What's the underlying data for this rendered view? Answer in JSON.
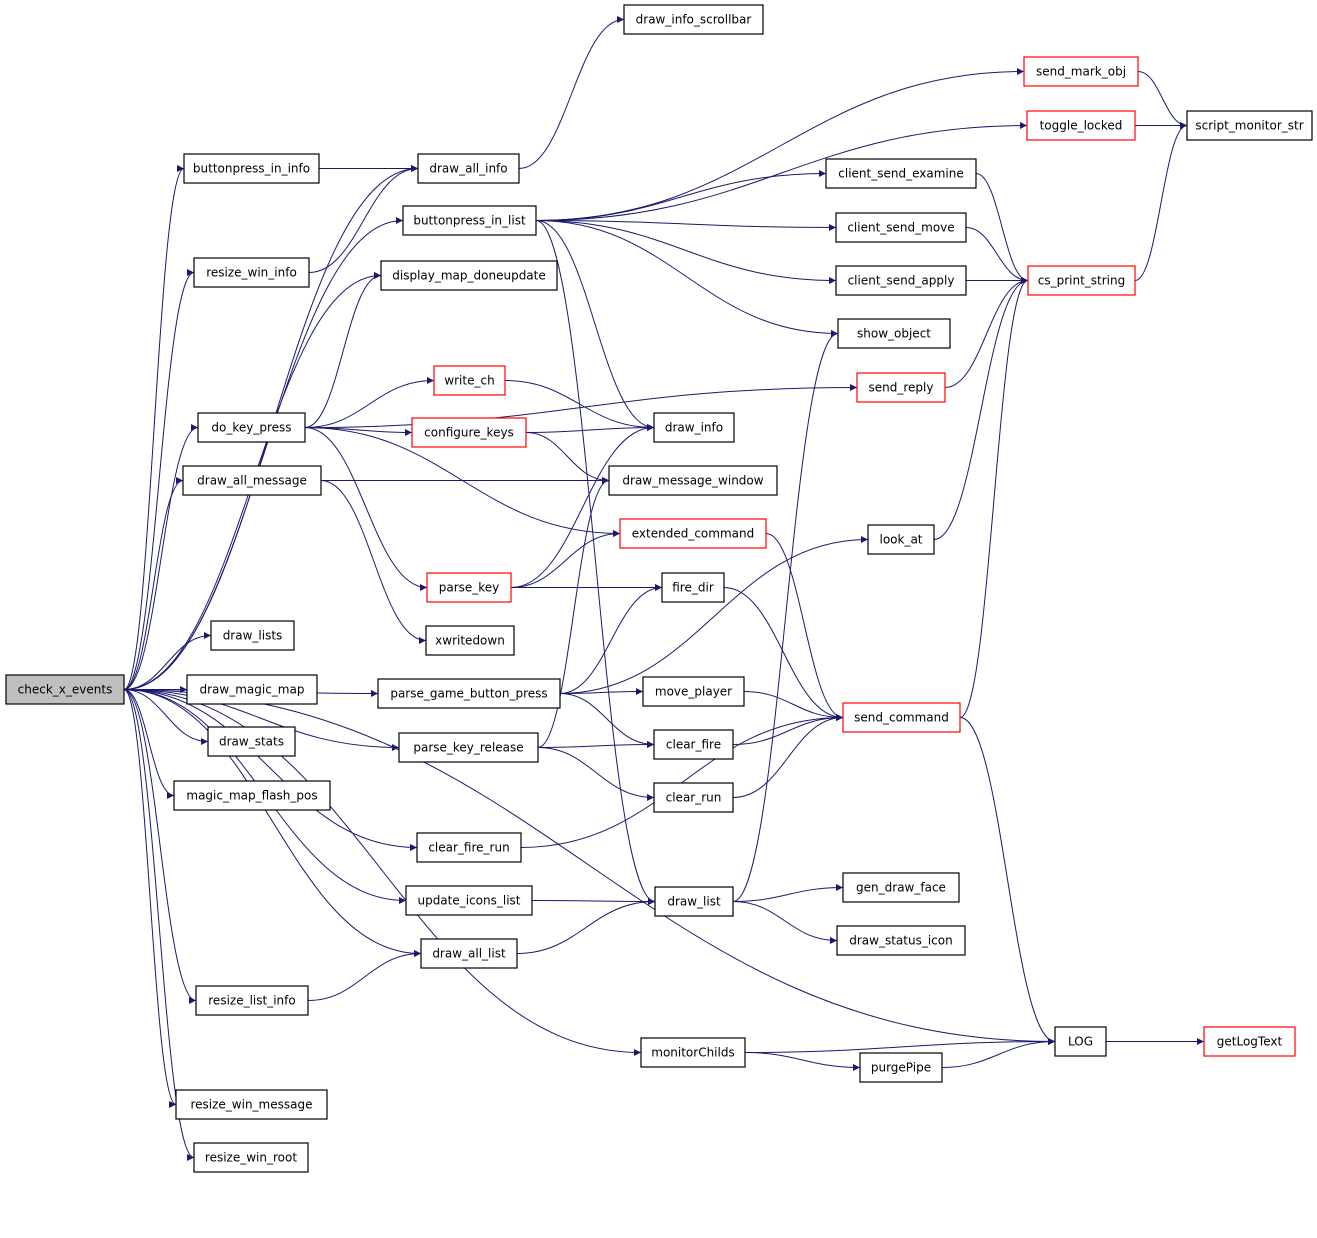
{
  "colors": {
    "edge": "#191970",
    "root_fill": "#bfbfbf",
    "node_border": "#000000",
    "truncated_border": "#ff0000",
    "node_fill": "#ffffff"
  },
  "nodes": {
    "check_x_events": {
      "label": "check_x_events",
      "kind": "root"
    },
    "buttonpress_in_info": {
      "label": "buttonpress_in_info",
      "kind": "normal"
    },
    "draw_all_info": {
      "label": "draw_all_info",
      "kind": "normal"
    },
    "draw_info_scrollbar": {
      "label": "draw_info_scrollbar",
      "kind": "normal"
    },
    "send_mark_obj": {
      "label": "send_mark_obj",
      "kind": "truncated"
    },
    "toggle_locked": {
      "label": "toggle_locked",
      "kind": "truncated"
    },
    "script_monitor_str": {
      "label": "script_monitor_str",
      "kind": "normal"
    },
    "client_send_examine": {
      "label": "client_send_examine",
      "kind": "normal"
    },
    "buttonpress_in_list": {
      "label": "buttonpress_in_list",
      "kind": "normal"
    },
    "client_send_move": {
      "label": "client_send_move",
      "kind": "normal"
    },
    "resize_win_info": {
      "label": "resize_win_info",
      "kind": "normal"
    },
    "display_map_doneupdate": {
      "label": "display_map_doneupdate",
      "kind": "normal"
    },
    "client_send_apply": {
      "label": "client_send_apply",
      "kind": "normal"
    },
    "cs_print_string": {
      "label": "cs_print_string",
      "kind": "truncated"
    },
    "show_object": {
      "label": "show_object",
      "kind": "normal"
    },
    "write_ch": {
      "label": "write_ch",
      "kind": "truncated"
    },
    "send_reply": {
      "label": "send_reply",
      "kind": "truncated"
    },
    "do_key_press": {
      "label": "do_key_press",
      "kind": "normal"
    },
    "configure_keys": {
      "label": "configure_keys",
      "kind": "truncated"
    },
    "draw_info": {
      "label": "draw_info",
      "kind": "normal"
    },
    "draw_all_message": {
      "label": "draw_all_message",
      "kind": "normal"
    },
    "draw_message_window": {
      "label": "draw_message_window",
      "kind": "normal"
    },
    "extended_command": {
      "label": "extended_command",
      "kind": "truncated"
    },
    "look_at": {
      "label": "look_at",
      "kind": "normal"
    },
    "parse_key": {
      "label": "parse_key",
      "kind": "truncated"
    },
    "fire_dir": {
      "label": "fire_dir",
      "kind": "normal"
    },
    "draw_lists": {
      "label": "draw_lists",
      "kind": "normal"
    },
    "xwritedown": {
      "label": "xwritedown",
      "kind": "normal"
    },
    "draw_magic_map": {
      "label": "draw_magic_map",
      "kind": "normal"
    },
    "parse_game_button_press": {
      "label": "parse_game_button_press",
      "kind": "normal"
    },
    "move_player": {
      "label": "move_player",
      "kind": "normal"
    },
    "send_command": {
      "label": "send_command",
      "kind": "truncated"
    },
    "draw_stats": {
      "label": "draw_stats",
      "kind": "normal"
    },
    "parse_key_release": {
      "label": "parse_key_release",
      "kind": "normal"
    },
    "clear_fire": {
      "label": "clear_fire",
      "kind": "normal"
    },
    "magic_map_flash_pos": {
      "label": "magic_map_flash_pos",
      "kind": "normal"
    },
    "clear_run": {
      "label": "clear_run",
      "kind": "normal"
    },
    "clear_fire_run": {
      "label": "clear_fire_run",
      "kind": "normal"
    },
    "gen_draw_face": {
      "label": "gen_draw_face",
      "kind": "normal"
    },
    "update_icons_list": {
      "label": "update_icons_list",
      "kind": "normal"
    },
    "draw_list": {
      "label": "draw_list",
      "kind": "normal"
    },
    "draw_status_icon": {
      "label": "draw_status_icon",
      "kind": "normal"
    },
    "draw_all_list": {
      "label": "draw_all_list",
      "kind": "normal"
    },
    "resize_list_info": {
      "label": "resize_list_info",
      "kind": "normal"
    },
    "LOG": {
      "label": "LOG",
      "kind": "normal"
    },
    "getLogText": {
      "label": "getLogText",
      "kind": "truncated"
    },
    "monitorChilds": {
      "label": "monitorChilds",
      "kind": "normal"
    },
    "purgePipe": {
      "label": "purgePipe",
      "kind": "normal"
    },
    "resize_win_message": {
      "label": "resize_win_message",
      "kind": "normal"
    },
    "resize_win_root": {
      "label": "resize_win_root",
      "kind": "normal"
    }
  },
  "edges": [
    [
      "check_x_events",
      "buttonpress_in_info"
    ],
    [
      "check_x_events",
      "draw_all_info"
    ],
    [
      "check_x_events",
      "resize_win_info"
    ],
    [
      "check_x_events",
      "buttonpress_in_list"
    ],
    [
      "check_x_events",
      "display_map_doneupdate"
    ],
    [
      "check_x_events",
      "do_key_press"
    ],
    [
      "check_x_events",
      "draw_all_message"
    ],
    [
      "check_x_events",
      "draw_lists"
    ],
    [
      "check_x_events",
      "draw_magic_map"
    ],
    [
      "check_x_events",
      "draw_stats"
    ],
    [
      "check_x_events",
      "magic_map_flash_pos"
    ],
    [
      "check_x_events",
      "parse_game_button_press"
    ],
    [
      "check_x_events",
      "parse_key_release"
    ],
    [
      "check_x_events",
      "clear_fire_run"
    ],
    [
      "check_x_events",
      "update_icons_list"
    ],
    [
      "check_x_events",
      "draw_all_list"
    ],
    [
      "check_x_events",
      "resize_list_info"
    ],
    [
      "check_x_events",
      "monitorChilds"
    ],
    [
      "check_x_events",
      "resize_win_message"
    ],
    [
      "check_x_events",
      "resize_win_root"
    ],
    [
      "check_x_events",
      "LOG"
    ],
    [
      "buttonpress_in_info",
      "draw_all_info"
    ],
    [
      "resize_win_info",
      "draw_all_info"
    ],
    [
      "draw_all_info",
      "draw_info_scrollbar"
    ],
    [
      "buttonpress_in_list",
      "send_mark_obj"
    ],
    [
      "buttonpress_in_list",
      "toggle_locked"
    ],
    [
      "buttonpress_in_list",
      "client_send_examine"
    ],
    [
      "buttonpress_in_list",
      "client_send_move"
    ],
    [
      "buttonpress_in_list",
      "client_send_apply"
    ],
    [
      "buttonpress_in_list",
      "show_object"
    ],
    [
      "buttonpress_in_list",
      "draw_info"
    ],
    [
      "buttonpress_in_list",
      "draw_list"
    ],
    [
      "send_mark_obj",
      "script_monitor_str"
    ],
    [
      "toggle_locked",
      "script_monitor_str"
    ],
    [
      "client_send_examine",
      "cs_print_string"
    ],
    [
      "client_send_move",
      "cs_print_string"
    ],
    [
      "client_send_apply",
      "cs_print_string"
    ],
    [
      "cs_print_string",
      "script_monitor_str"
    ],
    [
      "do_key_press",
      "display_map_doneupdate"
    ],
    [
      "do_key_press",
      "send_reply"
    ],
    [
      "do_key_press",
      "write_ch"
    ],
    [
      "do_key_press",
      "configure_keys"
    ],
    [
      "do_key_press",
      "extended_command"
    ],
    [
      "do_key_press",
      "parse_key"
    ],
    [
      "write_ch",
      "draw_info"
    ],
    [
      "configure_keys",
      "draw_info"
    ],
    [
      "configure_keys",
      "draw_message_window"
    ],
    [
      "send_reply",
      "cs_print_string"
    ],
    [
      "draw_all_message",
      "draw_message_window"
    ],
    [
      "draw_all_message",
      "xwritedown"
    ],
    [
      "parse_key",
      "draw_info"
    ],
    [
      "parse_key",
      "extended_command"
    ],
    [
      "parse_key",
      "fire_dir"
    ],
    [
      "extended_command",
      "send_command"
    ],
    [
      "look_at",
      "cs_print_string"
    ],
    [
      "fire_dir",
      "send_command"
    ],
    [
      "parse_game_button_press",
      "look_at"
    ],
    [
      "parse_game_button_press",
      "fire_dir"
    ],
    [
      "parse_game_button_press",
      "move_player"
    ],
    [
      "parse_game_button_press",
      "clear_fire"
    ],
    [
      "parse_key_release",
      "draw_message_window"
    ],
    [
      "parse_key_release",
      "clear_fire"
    ],
    [
      "parse_key_release",
      "clear_run"
    ],
    [
      "move_player",
      "send_command"
    ],
    [
      "clear_fire",
      "send_command"
    ],
    [
      "clear_run",
      "send_command"
    ],
    [
      "clear_fire_run",
      "send_command"
    ],
    [
      "send_command",
      "cs_print_string"
    ],
    [
      "send_command",
      "LOG"
    ],
    [
      "update_icons_list",
      "draw_list"
    ],
    [
      "draw_all_list",
      "draw_list"
    ],
    [
      "resize_list_info",
      "draw_all_list"
    ],
    [
      "draw_list",
      "show_object"
    ],
    [
      "draw_list",
      "gen_draw_face"
    ],
    [
      "draw_list",
      "draw_status_icon"
    ],
    [
      "monitorChilds",
      "LOG"
    ],
    [
      "monitorChilds",
      "purgePipe"
    ],
    [
      "purgePipe",
      "LOG"
    ],
    [
      "LOG",
      "getLogText"
    ]
  ]
}
